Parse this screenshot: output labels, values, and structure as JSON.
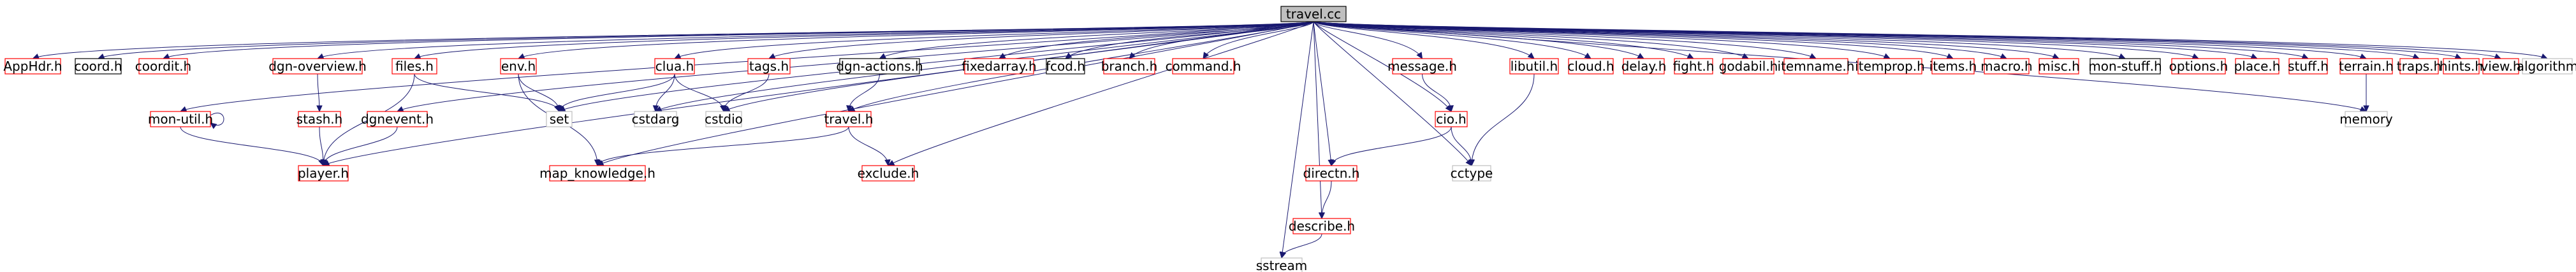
{
  "colors": {
    "root_fill": "#bfbfbf",
    "root_border": "#000000",
    "documented_border": "#ff0000",
    "undocumented_border": "#000000",
    "system_border": "#bfbfbf",
    "edge": "#191970"
  },
  "root": "travel.cc",
  "nodes": [
    {
      "id": "travel_cc",
      "label": "travel.cc",
      "kind": "root"
    },
    {
      "id": "AppHdr_h",
      "label": "AppHdr.h",
      "kind": "documented"
    },
    {
      "id": "coord_h",
      "label": "coord.h",
      "kind": "undocumented"
    },
    {
      "id": "coordit_h",
      "label": "coordit.h",
      "kind": "documented"
    },
    {
      "id": "dgn_overview_h",
      "label": "dgn-overview.h",
      "kind": "documented"
    },
    {
      "id": "files_h",
      "label": "files.h",
      "kind": "documented"
    },
    {
      "id": "env_h",
      "label": "env.h",
      "kind": "documented"
    },
    {
      "id": "clua_h",
      "label": "clua.h",
      "kind": "documented"
    },
    {
      "id": "tags_h",
      "label": "tags.h",
      "kind": "documented"
    },
    {
      "id": "dgn_actions_h",
      "label": "dgn-actions.h",
      "kind": "undocumented"
    },
    {
      "id": "fixedarray_h",
      "label": "fixedarray.h",
      "kind": "documented"
    },
    {
      "id": "fcod_h",
      "label": "fcod.h",
      "kind": "undocumented"
    },
    {
      "id": "branch_h",
      "label": "branch.h",
      "kind": "documented"
    },
    {
      "id": "command_h",
      "label": "command.h",
      "kind": "documented"
    },
    {
      "id": "message_h",
      "label": "message.h",
      "kind": "documented"
    },
    {
      "id": "libutil_h",
      "label": "libutil.h",
      "kind": "documented"
    },
    {
      "id": "cloud_h",
      "label": "cloud.h",
      "kind": "documented"
    },
    {
      "id": "delay_h",
      "label": "delay.h",
      "kind": "documented"
    },
    {
      "id": "fight_h",
      "label": "fight.h",
      "kind": "documented"
    },
    {
      "id": "godabil_h",
      "label": "godabil.h",
      "kind": "documented"
    },
    {
      "id": "itemname_h",
      "label": "itemname.h",
      "kind": "documented"
    },
    {
      "id": "itemprop_h",
      "label": "itemprop.h",
      "kind": "documented"
    },
    {
      "id": "items_h",
      "label": "items.h",
      "kind": "documented"
    },
    {
      "id": "macro_h",
      "label": "macro.h",
      "kind": "documented"
    },
    {
      "id": "misc_h",
      "label": "misc.h",
      "kind": "documented"
    },
    {
      "id": "mon_stuff_h",
      "label": "mon-stuff.h",
      "kind": "undocumented"
    },
    {
      "id": "options_h",
      "label": "options.h",
      "kind": "documented"
    },
    {
      "id": "place_h",
      "label": "place.h",
      "kind": "documented"
    },
    {
      "id": "stuff_h",
      "label": "stuff.h",
      "kind": "documented"
    },
    {
      "id": "terrain_h",
      "label": "terrain.h",
      "kind": "documented"
    },
    {
      "id": "traps_h",
      "label": "traps.h",
      "kind": "documented"
    },
    {
      "id": "hints_h",
      "label": "hints.h",
      "kind": "documented"
    },
    {
      "id": "view_h",
      "label": "view.h",
      "kind": "documented"
    },
    {
      "id": "algorithm",
      "label": "algorithm",
      "kind": "system"
    },
    {
      "id": "mon_util_h",
      "label": "mon-util.h",
      "kind": "documented"
    },
    {
      "id": "stash_h",
      "label": "stash.h",
      "kind": "documented"
    },
    {
      "id": "dgnevent_h",
      "label": "dgnevent.h",
      "kind": "documented"
    },
    {
      "id": "set",
      "label": "set",
      "kind": "system"
    },
    {
      "id": "cstdarg",
      "label": "cstdarg",
      "kind": "system"
    },
    {
      "id": "cstdio",
      "label": "cstdio",
      "kind": "system"
    },
    {
      "id": "travel_h",
      "label": "travel.h",
      "kind": "documented"
    },
    {
      "id": "cio_h",
      "label": "cio.h",
      "kind": "documented"
    },
    {
      "id": "memory",
      "label": "memory",
      "kind": "system"
    },
    {
      "id": "player_h",
      "label": "player.h",
      "kind": "documented"
    },
    {
      "id": "map_knowledge_h",
      "label": "map_knowledge.h",
      "kind": "documented"
    },
    {
      "id": "exclude_h",
      "label": "exclude.h",
      "kind": "documented"
    },
    {
      "id": "directn_h",
      "label": "directn.h",
      "kind": "documented"
    },
    {
      "id": "cctype",
      "label": "cctype",
      "kind": "system"
    },
    {
      "id": "describe_h",
      "label": "describe.h",
      "kind": "documented"
    },
    {
      "id": "sstream",
      "label": "sstream",
      "kind": "system"
    }
  ],
  "edges": [
    [
      "travel_cc",
      "AppHdr_h"
    ],
    [
      "travel_cc",
      "coord_h"
    ],
    [
      "travel_cc",
      "coordit_h"
    ],
    [
      "travel_cc",
      "dgn_overview_h"
    ],
    [
      "travel_cc",
      "files_h"
    ],
    [
      "travel_cc",
      "env_h"
    ],
    [
      "travel_cc",
      "clua_h"
    ],
    [
      "travel_cc",
      "tags_h"
    ],
    [
      "travel_cc",
      "dgn_actions_h"
    ],
    [
      "travel_cc",
      "fixedarray_h"
    ],
    [
      "travel_cc",
      "fcod_h"
    ],
    [
      "travel_cc",
      "branch_h"
    ],
    [
      "travel_cc",
      "command_h"
    ],
    [
      "travel_cc",
      "message_h"
    ],
    [
      "travel_cc",
      "libutil_h"
    ],
    [
      "travel_cc",
      "cloud_h"
    ],
    [
      "travel_cc",
      "delay_h"
    ],
    [
      "travel_cc",
      "fight_h"
    ],
    [
      "travel_cc",
      "godabil_h"
    ],
    [
      "travel_cc",
      "itemname_h"
    ],
    [
      "travel_cc",
      "itemprop_h"
    ],
    [
      "travel_cc",
      "items_h"
    ],
    [
      "travel_cc",
      "macro_h"
    ],
    [
      "travel_cc",
      "misc_h"
    ],
    [
      "travel_cc",
      "mon_stuff_h"
    ],
    [
      "travel_cc",
      "options_h"
    ],
    [
      "travel_cc",
      "place_h"
    ],
    [
      "travel_cc",
      "stuff_h"
    ],
    [
      "travel_cc",
      "terrain_h"
    ],
    [
      "travel_cc",
      "traps_h"
    ],
    [
      "travel_cc",
      "hints_h"
    ],
    [
      "travel_cc",
      "view_h"
    ],
    [
      "travel_cc",
      "algorithm"
    ],
    [
      "travel_cc",
      "mon_util_h"
    ],
    [
      "travel_cc",
      "dgnevent_h"
    ],
    [
      "travel_cc",
      "set"
    ],
    [
      "travel_cc",
      "cstdarg"
    ],
    [
      "travel_cc",
      "cstdio"
    ],
    [
      "travel_cc",
      "travel_h"
    ],
    [
      "travel_cc",
      "cio_h"
    ],
    [
      "travel_cc",
      "memory"
    ],
    [
      "travel_cc",
      "player_h"
    ],
    [
      "travel_cc",
      "map_knowledge_h"
    ],
    [
      "travel_cc",
      "exclude_h"
    ],
    [
      "travel_cc",
      "directn_h"
    ],
    [
      "travel_cc",
      "cctype"
    ],
    [
      "travel_cc",
      "describe_h"
    ],
    [
      "travel_cc",
      "sstream"
    ],
    [
      "dgn_overview_h",
      "stash_h"
    ],
    [
      "stash_h",
      "player_h"
    ],
    [
      "files_h",
      "set"
    ],
    [
      "files_h",
      "player_h"
    ],
    [
      "env_h",
      "set"
    ],
    [
      "env_h",
      "map_knowledge_h"
    ],
    [
      "clua_h",
      "set"
    ],
    [
      "clua_h",
      "cstdarg"
    ],
    [
      "clua_h",
      "cstdio"
    ],
    [
      "tags_h",
      "cstdio"
    ],
    [
      "dgn_actions_h",
      "travel_h"
    ],
    [
      "travel_h",
      "map_knowledge_h"
    ],
    [
      "travel_h",
      "exclude_h"
    ],
    [
      "message_h",
      "cio_h"
    ],
    [
      "cio_h",
      "directn_h"
    ],
    [
      "cio_h",
      "cctype"
    ],
    [
      "libutil_h",
      "cctype"
    ],
    [
      "terrain_h",
      "memory"
    ],
    [
      "mon_util_h",
      "mon_util_h"
    ],
    [
      "mon_util_h",
      "player_h"
    ],
    [
      "dgnevent_h",
      "player_h"
    ],
    [
      "directn_h",
      "describe_h"
    ],
    [
      "describe_h",
      "sstream"
    ]
  ]
}
